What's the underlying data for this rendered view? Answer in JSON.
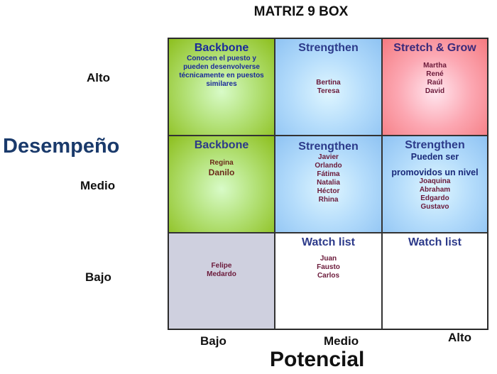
{
  "title": "MATRIZ 9 BOX",
  "y_axis": {
    "label": "Desempeño",
    "levels": [
      "Alto",
      "Medio",
      "Bajo"
    ]
  },
  "x_axis": {
    "label": "Potencial",
    "levels": [
      "Bajo",
      "Medio",
      "Alto"
    ]
  },
  "cells": {
    "alto_bajo": {
      "title": "Backbone",
      "desc": [
        "Conocen el puesto y",
        "pueden desenvolverse",
        "técnicamente en puestos",
        "similares"
      ]
    },
    "alto_medio": {
      "title": "Strengthen",
      "names": [
        "Bertina",
        "Teresa"
      ]
    },
    "alto_alto": {
      "title": "Stretch & Grow",
      "names": [
        "Martha",
        "René",
        "Raúl",
        "David"
      ]
    },
    "medio_bajo": {
      "title": "Backbone",
      "names": [
        "Regina",
        "Danilo"
      ]
    },
    "medio_medio": {
      "title": "Strengthen",
      "names": [
        "Javier",
        "Orlando",
        "Fátima",
        "Natalia",
        "Héctor",
        "Rhina"
      ]
    },
    "medio_alto": {
      "title": "Strengthen",
      "desc": [
        "Pueden ser",
        "promovidos un nivel"
      ],
      "names": [
        "Joaquina",
        "Abraham",
        "Edgardo",
        "Gustavo"
      ]
    },
    "bajo_bajo": {
      "names": [
        "Felipe",
        "Medardo"
      ]
    },
    "bajo_medio": {
      "title": "Watch list",
      "names": [
        "Juan",
        "Fausto",
        "Carlos"
      ]
    },
    "bajo_alto": {
      "title": "Watch list"
    }
  }
}
